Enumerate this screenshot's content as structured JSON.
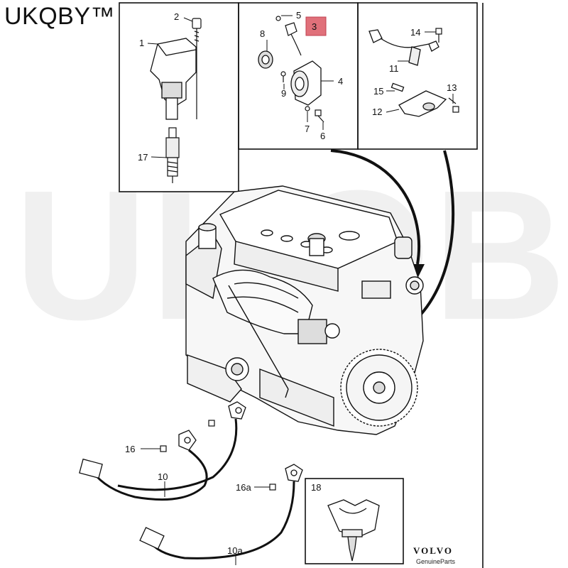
{
  "brand": {
    "watermark_text": "UKQBY™"
  },
  "callouts": {
    "c1": "1",
    "c2": "2",
    "c3": "3",
    "c4": "4",
    "c5": "5",
    "c6": "6",
    "c7": "7",
    "c8": "8",
    "c9": "9",
    "c10": "10",
    "c10a": "10a",
    "c11": "11",
    "c12": "12",
    "c13": "13",
    "c14": "14",
    "c15": "15",
    "c16": "16",
    "c16a": "16a",
    "c17": "17",
    "c18": "18"
  },
  "highlight": {
    "color": "#e0707a",
    "label": "3"
  },
  "logo": {
    "name": "VOLVO",
    "tagline": "GenuineParts"
  }
}
